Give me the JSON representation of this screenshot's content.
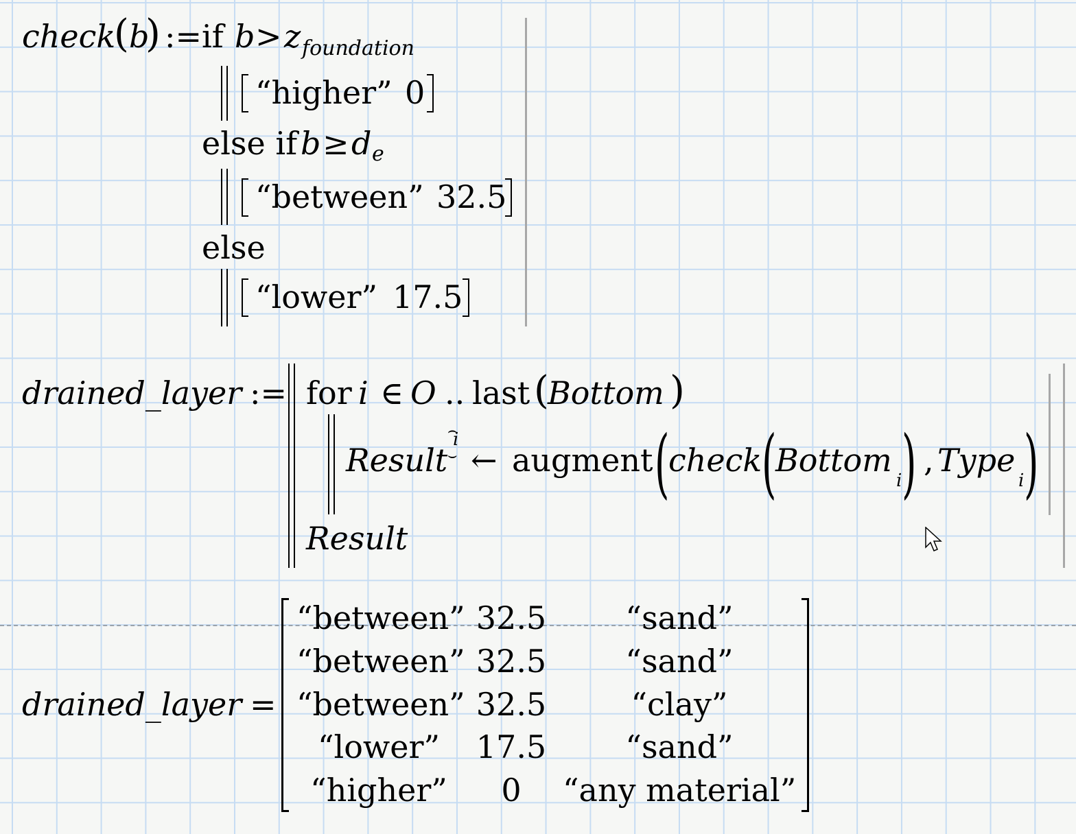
{
  "worksheet": {
    "grid_color": "#c6dcf3",
    "background_color": "#f6f7f5",
    "check_function": {
      "name": "check",
      "param": "b",
      "assign_op": ":=",
      "line1": {
        "keyword": "if",
        "var": "b",
        "op": ">",
        "rhs": "z",
        "rhs_sub": "foundation"
      },
      "branch1": {
        "text": "“higher”",
        "value": "0"
      },
      "line2": {
        "keyword": "else if",
        "var": "b",
        "op": "≥",
        "rhs": "d",
        "rhs_sub": "e"
      },
      "branch2": {
        "text": "“between”",
        "value": "32.5"
      },
      "line3": {
        "keyword": "else"
      },
      "branch3": {
        "text": "“lower”",
        "value": "17.5"
      }
    },
    "program": {
      "name": "drained_layer",
      "assign_op": ":=",
      "for_keyword": "for",
      "loop_var": "i",
      "in_op": "∈",
      "range_start": "O",
      "range_op": "..",
      "range_fn": "last",
      "range_arg": "Bottom",
      "body_lhs": "Result",
      "body_lhs_index": "i",
      "body_arrow": "←",
      "body_fn": "augment",
      "body_inner_fn": "check",
      "body_arg1": "Bottom",
      "body_arg1_sub": "i",
      "body_comma": ",",
      "body_arg2": "Type",
      "body_arg2_sub": "i",
      "return_value": "Result"
    },
    "result": {
      "name": "drained_layer",
      "eval_op": "=",
      "matrix": [
        [
          "“between”",
          "32.5",
          "“sand”"
        ],
        [
          "“between”",
          "32.5",
          "“sand”"
        ],
        [
          "“between”",
          "32.5",
          "“clay”"
        ],
        [
          "“lower”",
          "17.5",
          "“sand”"
        ],
        [
          "“higher”",
          "0",
          "“any material”"
        ]
      ]
    }
  }
}
